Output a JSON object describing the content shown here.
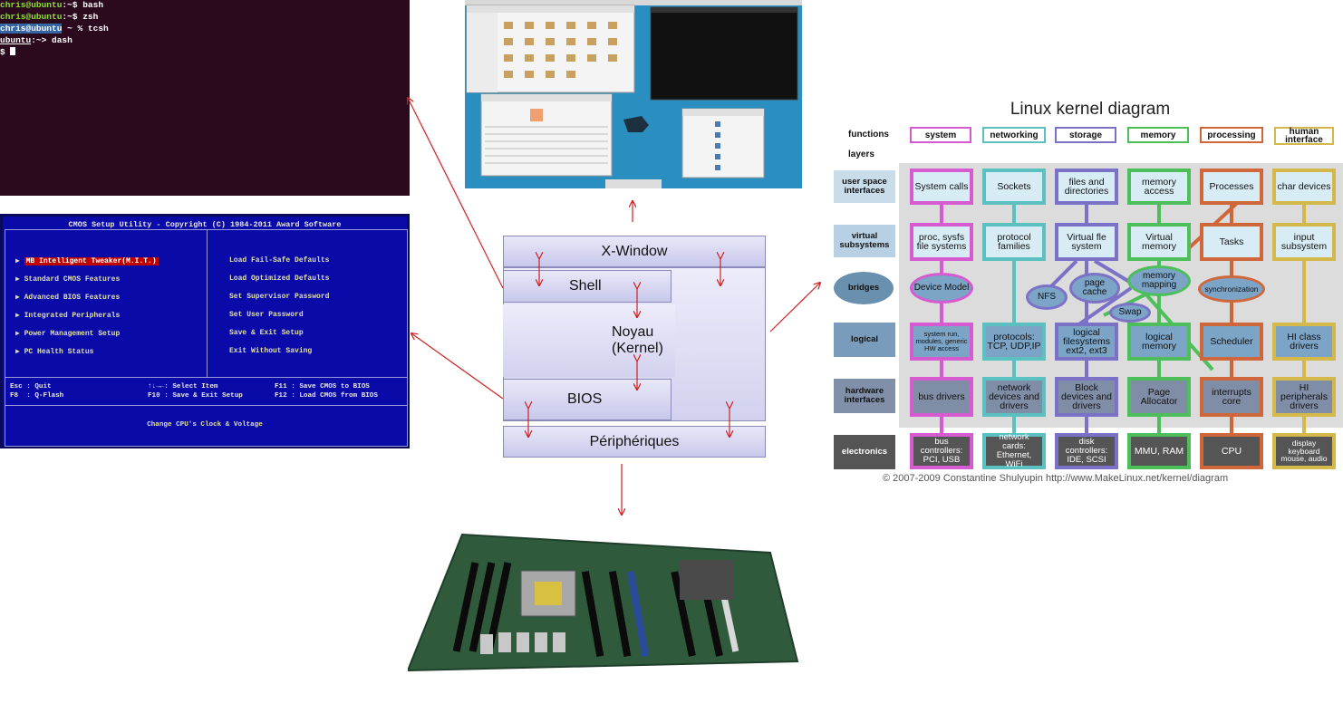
{
  "terminal": {
    "lines": [
      {
        "prompt": "chris@ubuntu",
        "rest": ":~$ bash"
      },
      {
        "prompt": "chris@ubuntu",
        "rest": ":~$ zsh"
      },
      {
        "prompt": "chris@ubuntu",
        "rest": " ~ % tcsh"
      },
      {
        "prompt": "ubuntu",
        "rest": ":~> dash"
      },
      {
        "prompt": "",
        "rest": "$ "
      }
    ]
  },
  "bios": {
    "title": "CMOS Setup Utility - Copyright (C) 1984-2011 Award Software",
    "left_items": [
      "MB Intelligent Tweaker(M.I.T.)",
      "Standard CMOS Features",
      "Advanced BIOS Features",
      "Integrated Peripherals",
      "Power Management Setup",
      "PC Health Status"
    ],
    "right_items": [
      "Load Fail-Safe Defaults",
      "Load Optimized Defaults",
      "Set Supervisor Password",
      "Set User Password",
      "Save & Exit Setup",
      "Exit Without Saving"
    ],
    "keys_left": [
      "Esc : Quit",
      "F8  : Q-Flash"
    ],
    "keys_mid": [
      "↑↓→←: Select Item",
      "F10 : Save & Exit Setup"
    ],
    "keys_right": [
      "F11 : Save CMOS to BIOS",
      "F12 : Load CMOS from BIOS"
    ],
    "footer": "Change CPU's Clock & Voltage"
  },
  "layers": {
    "xwindow": "X-Window",
    "shell": "Shell",
    "kernel": "Noyau (Kernel)",
    "bios": "BIOS",
    "peripheriques": "Périphériques"
  },
  "kernel_diagram": {
    "title": "Linux kernel diagram",
    "functions_label": "functions",
    "layers_label": "layers",
    "columns": [
      {
        "name": "system",
        "color": "#d65bd0"
      },
      {
        "name": "networking",
        "color": "#5bc0c0"
      },
      {
        "name": "storage",
        "color": "#7b72c8"
      },
      {
        "name": "memory",
        "color": "#4cbf5a"
      },
      {
        "name": "processing",
        "color": "#d0673a"
      },
      {
        "name": "human interface",
        "color": "#d4b84a"
      }
    ],
    "rows": [
      "user space interfaces",
      "virtual subsystems",
      "bridges",
      "logical",
      "hardware interfaces",
      "electronics"
    ],
    "cells": {
      "r0": [
        "System calls",
        "Sockets",
        "files and directories",
        "memory access",
        "Processes",
        "char devices"
      ],
      "r1": [
        "proc, sysfs file systems",
        "protocol families",
        "Virtual fle system",
        "Virtual memory",
        "Tasks",
        "input subsystem"
      ],
      "r2": [
        "Device Model",
        "NFS",
        "page cache",
        "memory mapping",
        "Swap",
        "synchronization"
      ],
      "r3": [
        "system run, modules, generic HW access",
        "protocols: TCP, UDP,IP",
        "logical filesystems ext2, ext3",
        "logical memory",
        "Scheduler",
        "HI class drivers"
      ],
      "r4": [
        "bus drivers",
        "network devices and drivers",
        "Block devices and drivers",
        "Page Allocator",
        "interrupts core",
        "HI peripherals drivers"
      ],
      "r5": [
        "bus controllers: PCI, USB",
        "network cards: Ethernet, WiFi",
        "disk controllers: IDE, SCSI",
        "MMU, RAM",
        "CPU",
        "display keyboard mouse, audio"
      ]
    },
    "copyright": "© 2007-2009 Constantine Shulyupin http://www.MakeLinux.net/kernel/diagram"
  }
}
